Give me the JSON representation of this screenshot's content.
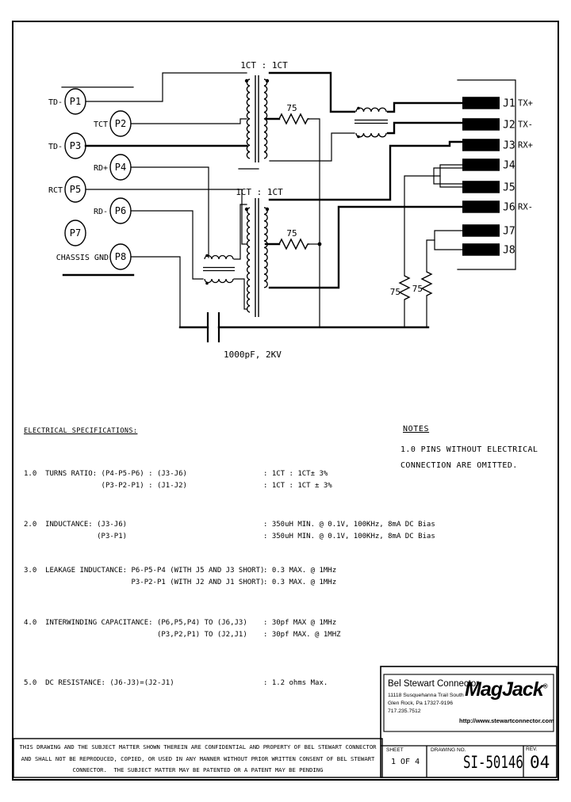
{
  "schematic": {
    "p_pins": [
      {
        "id": "P1",
        "label": "TD-"
      },
      {
        "id": "P2",
        "label": "TCT"
      },
      {
        "id": "P3",
        "label": "TD-"
      },
      {
        "id": "P4",
        "label": "RD+"
      },
      {
        "id": "P5",
        "label": "RCT"
      },
      {
        "id": "P6",
        "label": "RD-"
      },
      {
        "id": "P7",
        "label": ""
      },
      {
        "id": "P8",
        "label": "CHASSIS GND"
      }
    ],
    "j_pins": [
      {
        "id": "J1",
        "signal": "TX+"
      },
      {
        "id": "J2",
        "signal": "TX-"
      },
      {
        "id": "J3",
        "signal": "RX+"
      },
      {
        "id": "J4",
        "signal": ""
      },
      {
        "id": "J5",
        "signal": ""
      },
      {
        "id": "J6",
        "signal": "RX-"
      },
      {
        "id": "J7",
        "signal": ""
      },
      {
        "id": "J8",
        "signal": ""
      }
    ],
    "transformer_ratio": "1CT : 1CT",
    "resistor_value": "75",
    "capacitor_label": "1000pF, 2KV"
  },
  "specs": {
    "title": "ELECTRICAL SPECIFICATIONS:",
    "groups": [
      {
        "left": "1.0  TURNS RATIO: (P4-P5-P6) : (J3-J6)\n                  (P3-P2-P1) : (J1-J2)",
        "right": ": 1CT : 1CT± 3%\n: 1CT : 1CT ± 3%"
      },
      {
        "left": "2.0  INDUCTANCE: (J3-J6)\n                 (P3-P1)",
        "right": ": 350uH MIN. @ 0.1V, 100KHz, 8mA DC Bias\n: 350uH MIN. @ 0.1V, 100KHz, 8mA DC Bias"
      },
      {
        "left": "3.0  LEAKAGE INDUCTANCE: P6-P5-P4 (WITH J5 AND J3 SHORT)\n                         P3-P2-P1 (WITH J2 AND J1 SHORT)",
        "right": ": 0.3 MAX. @ 1MHz\n: 0.3 MAX. @ 1MHz"
      },
      {
        "left": "4.0  INTERWINDING CAPACITANCE: (P6,P5,P4) TO (J6,J3)\n                               (P3,P2,P1) TO (J2,J1)",
        "right": ": 30pf MAX @ 1MHz\n: 30pf MAX. @ 1MHZ"
      },
      {
        "left": "5.0  DC RESISTANCE: (J6-J3)=(J2-J1)",
        "right": ": 1.2 ohms Max."
      }
    ]
  },
  "notes": {
    "title": "NOTES",
    "body": "1.0 PINS WITHOUT ELECTRICAL\nCONNECTION ARE OMITTED."
  },
  "title_block": {
    "company": "Bel Stewart Connector",
    "address1": "11118 Susquehanna Trail South",
    "address2": "Glen Rock, Pa  17327-9196",
    "phone": "717.235.7512",
    "logo": "MagJack",
    "logo_reg": "®",
    "website": "http://www.stewartconnector.com",
    "sheet_label": "SHEET",
    "sheet_value": "1 OF 4",
    "drawing_label": "DRAWING NO.",
    "drawing_value": "SI-50146",
    "rev_label": "REV.",
    "rev_value": "04"
  },
  "footer": {
    "disclaimer": "THIS DRAWING AND THE SUBJECT MATTER SHOWN THEREIN ARE CONFIDENTIAL AND PROPERTY OF BEL STEWART CONNECTOR\nAND SHALL NOT BE REPRODUCED, COPIED, OR USED IN ANY MANNER WITHOUT PRIOR WRITTEN CONSENT OF BEL STEWART\nCONNECTOR.  THE SUBJECT MATTER MAY BE PATENTED OR A PATENT MAY BE PENDING"
  }
}
